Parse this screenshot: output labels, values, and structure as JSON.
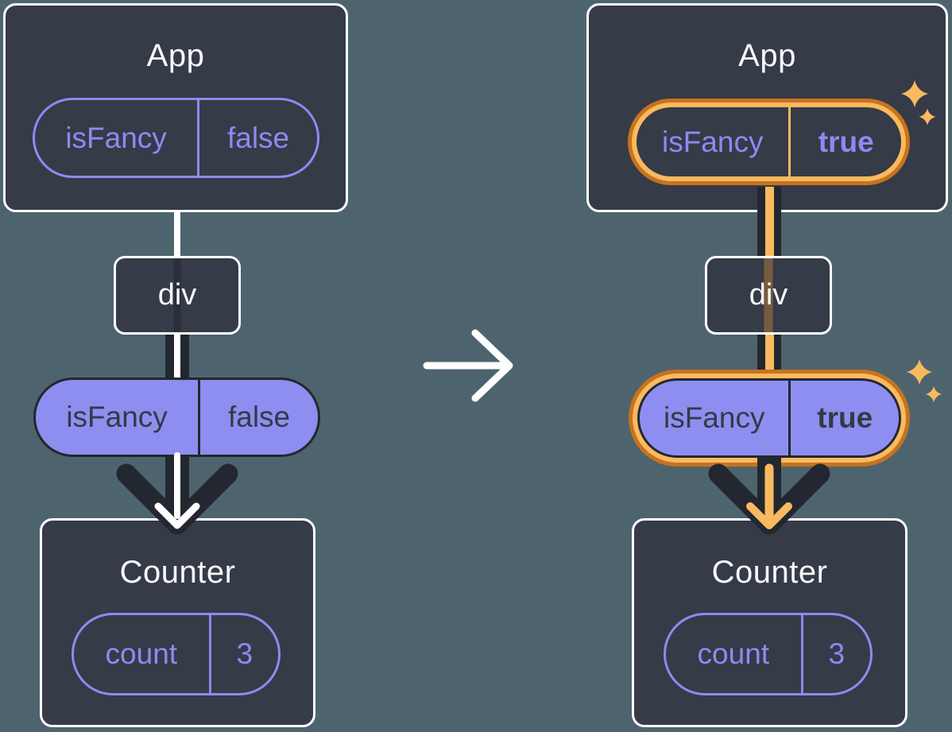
{
  "diagram_title": "Prop change flows through the tree: App state isFancy flips from false to true and is passed via div to Counter",
  "colors": {
    "background": "#4D646E",
    "card_background": "#353B47",
    "card_border": "#FFFFFF",
    "purple_accent": "#8B8BF2",
    "purple_fill": "#8E8EF0",
    "dark_arrow": "#23272F",
    "orange_light": "#F9BA5F",
    "orange_dark": "#C8721E",
    "white": "#FFFFFF"
  },
  "before": {
    "app_title": "App",
    "app_state": {
      "name": "isFancy",
      "value": "false"
    },
    "div_label": "div",
    "prop": {
      "name": "isFancy",
      "value": "false"
    },
    "counter_title": "Counter",
    "counter_state": {
      "name": "count",
      "value": "3"
    }
  },
  "after": {
    "app_title": "App",
    "app_state": {
      "name": "isFancy",
      "value": "true"
    },
    "div_label": "div",
    "prop": {
      "name": "isFancy",
      "value": "true"
    },
    "counter_title": "Counter",
    "counter_state": {
      "name": "count",
      "value": "3"
    }
  },
  "icons": {
    "transition_arrow": "right-arrow",
    "sparkle_large": "sparkle",
    "sparkle_small": "sparkle",
    "prop_flow_arrow": "down-arrow"
  }
}
